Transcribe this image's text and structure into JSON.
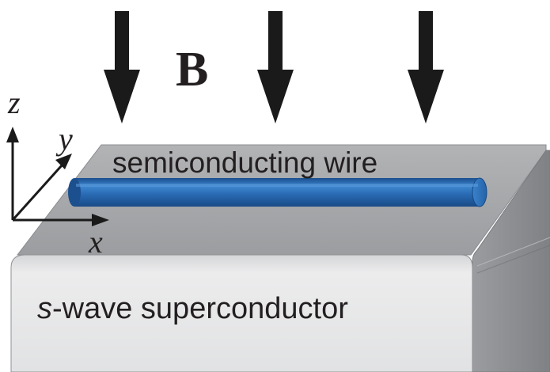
{
  "field": {
    "label": "B",
    "arrow_count": 3,
    "arrow_color": "#1a1a1a"
  },
  "axes": {
    "z_label": "z",
    "y_label": "y",
    "x_label": "x"
  },
  "wire": {
    "label": "semiconducting wire",
    "color": "#1f5fa6",
    "highlight_color": "#4a8fd4"
  },
  "substrate": {
    "label_italic": "s",
    "label_rest": "-wave superconductor",
    "top_color": "#a3a5a8",
    "front_color": "#e6e7e8",
    "side_color": "#8d8f92"
  }
}
